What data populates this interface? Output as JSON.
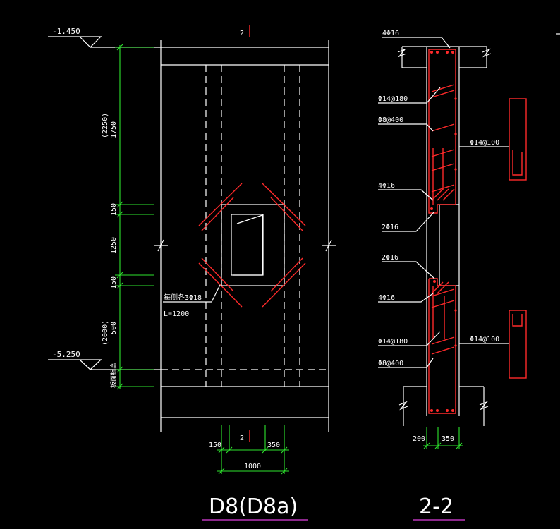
{
  "elevations": {
    "top": "-1.450",
    "bottom": "-5.250"
  },
  "dimensions_vertical": {
    "d_upper": "1750",
    "d_upper_alt": "(2250)",
    "d_150_top": "150",
    "d_opening": "1250",
    "d_150_bottom": "150",
    "d_lower": "500",
    "d_lower_alt": "(2000)",
    "d_slab": "板面标高"
  },
  "dimensions_horizontal": {
    "d_150": "150",
    "d_350": "350",
    "d_total": "1000",
    "d_200": "200",
    "d_350_sec": "350"
  },
  "section_marks": {
    "top": "2",
    "bottom": "2"
  },
  "opening_note": {
    "line1": "每侧各3Φ18",
    "line2": "L=1200"
  },
  "rebar_labels": {
    "top_bars": "4Φ16",
    "stirrup_upper": "Φ14@180",
    "tie_upper": "Φ8@400",
    "side_upper": "Φ14@100",
    "bars_above_opening": "4Φ16",
    "opening_top": "2Φ16",
    "opening_bottom": "2Φ16",
    "bars_below_opening": "4Φ16",
    "stirrup_lower": "Φ14@180",
    "tie_lower": "Φ8@400",
    "side_lower": "Φ14@100"
  },
  "titles": {
    "plan": "D8(D8a)",
    "section": "2-2"
  },
  "colors": {
    "background": "#000000",
    "outline": "#ffffff",
    "dimension": "#2ee52e",
    "rebar": "#ff2a2a",
    "title_underline": "#e040e0"
  }
}
